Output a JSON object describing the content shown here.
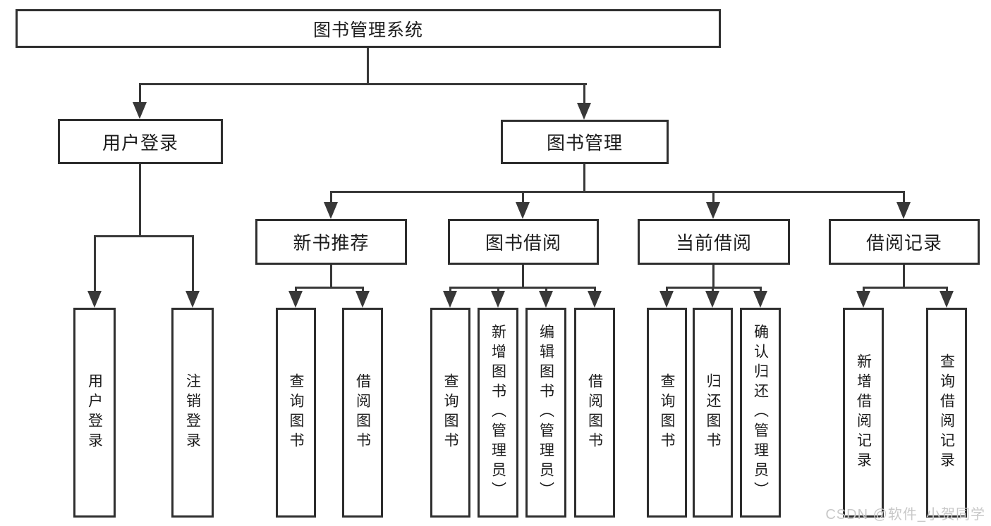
{
  "diagram": {
    "type": "hierarchy-tree",
    "root": {
      "label": "图书管理系统"
    },
    "level1": {
      "user_login": {
        "label": "用户登录",
        "parent": "root"
      },
      "book_mgmt": {
        "label": "图书管理",
        "parent": "root"
      }
    },
    "level2": {
      "new_book_rec": {
        "label": "新书推荐",
        "parent": "book_mgmt"
      },
      "book_borrow": {
        "label": "图书借阅",
        "parent": "book_mgmt"
      },
      "current_borrow": {
        "label": "当前借阅",
        "parent": "book_mgmt"
      },
      "borrow_records": {
        "label": "借阅记录",
        "parent": "book_mgmt"
      }
    },
    "leaves": {
      "user_login_leaf": {
        "label": "用户登录",
        "parent": "user_login"
      },
      "logout_leaf": {
        "label": "注销登录",
        "parent": "user_login"
      },
      "nbr_query_books": {
        "label": "查询图书",
        "parent": "new_book_rec"
      },
      "nbr_borrow_books": {
        "label": "借阅图书",
        "parent": "new_book_rec"
      },
      "bb_query_books": {
        "label": "查询图书",
        "parent": "book_borrow"
      },
      "bb_add_books": {
        "label": "新增图书（管理员）",
        "parent": "book_borrow"
      },
      "bb_edit_books": {
        "label": "编辑图书（管理员）",
        "parent": "book_borrow"
      },
      "bb_borrow_books": {
        "label": "借阅图书",
        "parent": "book_borrow"
      },
      "cb_query_books": {
        "label": "查询图书",
        "parent": "current_borrow"
      },
      "cb_return_books": {
        "label": "归还图书",
        "parent": "current_borrow"
      },
      "cb_confirm_return": {
        "label": "确认归还（管理员）",
        "parent": "current_borrow"
      },
      "br_add_record": {
        "label": "新增借阅记录",
        "parent": "borrow_records"
      },
      "br_query_record": {
        "label": "查询借阅记录",
        "parent": "borrow_records"
      }
    }
  },
  "watermark": {
    "text": "CSDN @软件_小贺同学"
  },
  "colors": {
    "background": "#ffffff",
    "box_border": "#2e2e2e",
    "line": "#383838",
    "text": "#1c1c1c",
    "watermark": "#c8c8c8"
  }
}
